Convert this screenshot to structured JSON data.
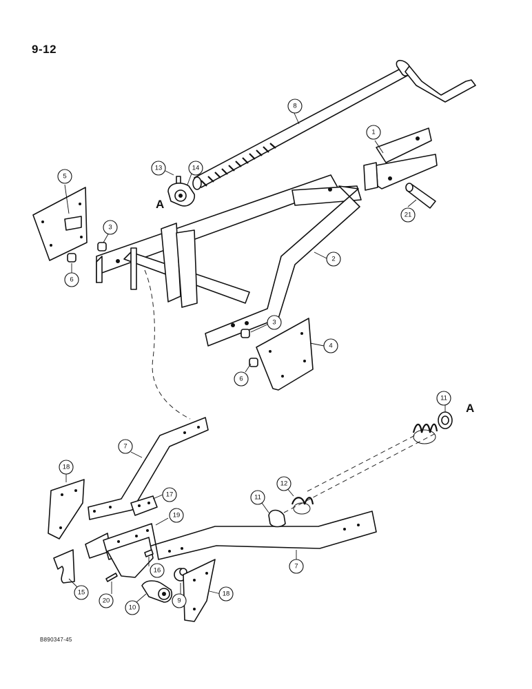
{
  "page": {
    "number": "9-12",
    "figure_code": "B890347-45"
  },
  "reference_letters": {
    "upper": "A",
    "lower": "A"
  },
  "callouts": [
    {
      "id": "c1",
      "label": "1"
    },
    {
      "id": "c2",
      "label": "2"
    },
    {
      "id": "c3a",
      "label": "3"
    },
    {
      "id": "c3b",
      "label": "3"
    },
    {
      "id": "c4",
      "label": "4"
    },
    {
      "id": "c5",
      "label": "5"
    },
    {
      "id": "c6a",
      "label": "6"
    },
    {
      "id": "c6b",
      "label": "6"
    },
    {
      "id": "c7a",
      "label": "7"
    },
    {
      "id": "c7b",
      "label": "7"
    },
    {
      "id": "c8",
      "label": "8"
    },
    {
      "id": "c9",
      "label": "9"
    },
    {
      "id": "c10",
      "label": "10"
    },
    {
      "id": "c11a",
      "label": "11"
    },
    {
      "id": "c11b",
      "label": "11"
    },
    {
      "id": "c12",
      "label": "12"
    },
    {
      "id": "c13",
      "label": "13"
    },
    {
      "id": "c14",
      "label": "14"
    },
    {
      "id": "c15",
      "label": "15"
    },
    {
      "id": "c16",
      "label": "16"
    },
    {
      "id": "c17",
      "label": "17"
    },
    {
      "id": "c18a",
      "label": "18"
    },
    {
      "id": "c18b",
      "label": "18"
    },
    {
      "id": "c19",
      "label": "19"
    },
    {
      "id": "c20",
      "label": "20"
    },
    {
      "id": "c21",
      "label": "21"
    }
  ]
}
